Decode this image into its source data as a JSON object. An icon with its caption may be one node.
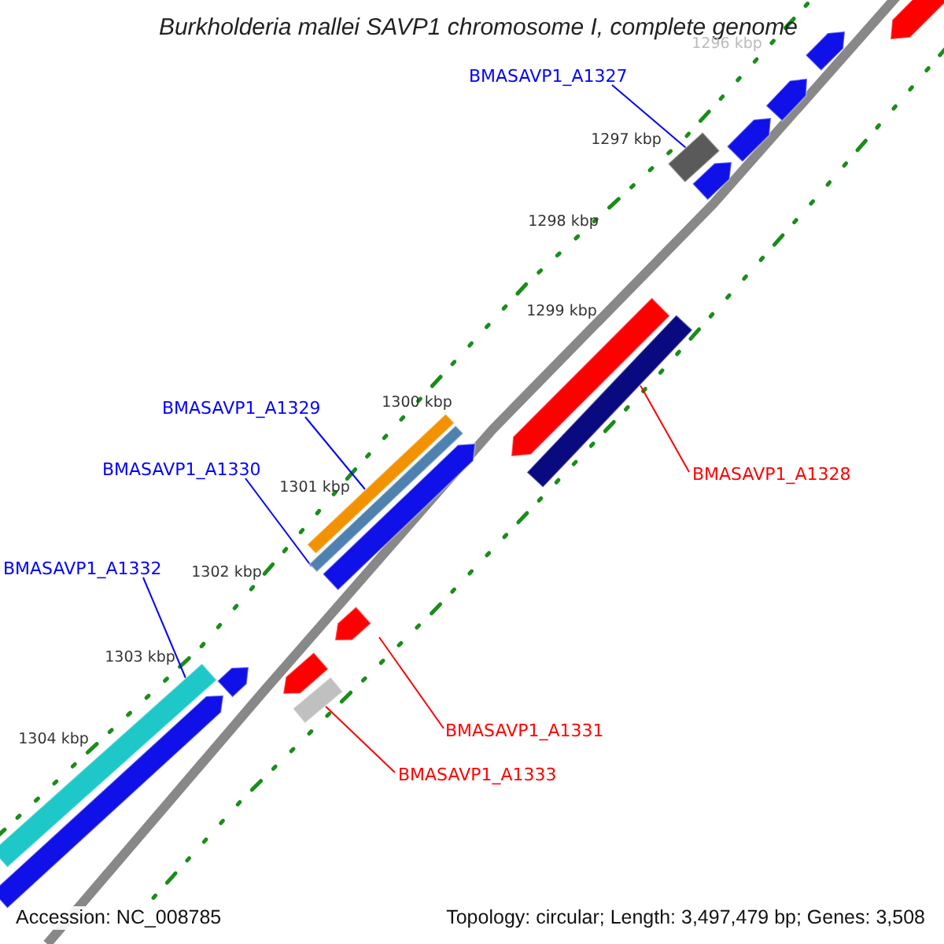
{
  "diagram": {
    "title": "Burkholderia mallei SAVP1 chromosome I, complete genome",
    "nodes": [
      {
        "text": [
          "BMASAVP1_A1327"
        ]
      },
      {
        "text": [
          "BMASAVP1_A1329"
        ]
      },
      {
        "text": [
          "BMASAVP1_A1330"
        ]
      },
      {
        "text": [
          "BMASAVP1_A1328"
        ]
      },
      {
        "text": [
          "BMASAVP1_A1332"
        ]
      },
      {
        "text": [
          "BMASAVP1_A1331"
        ]
      },
      {
        "text": [
          "BMASAVP1_A1333"
        ]
      },
      {
        "text": [],
        "shape": "bar"
      },
      {
        "text": [],
        "shape": "bar"
      },
      {
        "text": [],
        "shape": "bar"
      },
      {
        "text": [],
        "shape": "bar"
      },
      {
        "text": [],
        "shape": "bar"
      },
      {
        "text": [],
        "shape": "bar"
      },
      {
        "text": [],
        "shape": "bar"
      }
    ],
    "edges": [
      {
        "from": 0,
        "to": 7,
        "arrow": "none"
      },
      {
        "from": 1,
        "to": 8,
        "arrow": "none"
      },
      {
        "from": 2,
        "to": 9,
        "arrow": "none"
      },
      {
        "from": 3,
        "to": 10,
        "arrow": "none",
        "color": "#ff0000"
      },
      {
        "from": 4,
        "to": 11,
        "arrow": "none"
      },
      {
        "from": 5,
        "to": 12,
        "arrow": "none",
        "color": "#ff0000"
      },
      {
        "from": 6,
        "to": 13,
        "arrow": "none",
        "color": "#ff0000"
      }
    ],
    "labels": [
      "1296 kbp",
      "1297 kbp",
      "1298 kbp",
      "1299 kbp",
      "1300 kbp",
      "1301 kbp",
      "1302 kbp",
      "1303 kbp",
      "1304 kbp",
      "Accession: NC_008785",
      "Topology: circular; Length: 3,497,479 bp; Genes: 3,508"
    ]
  }
}
